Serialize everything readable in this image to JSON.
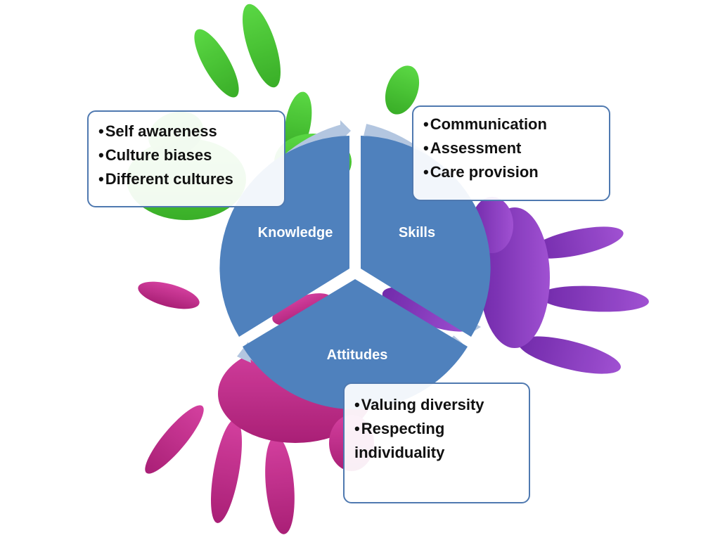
{
  "diagram": {
    "segments": [
      {
        "id": "knowledge",
        "label": "Knowledge"
      },
      {
        "id": "skills",
        "label": "Skills"
      },
      {
        "id": "attitudes",
        "label": "Attitudes"
      }
    ],
    "callouts": {
      "knowledge": [
        "Self awareness",
        "Culture biases",
        "Different cultures"
      ],
      "skills": [
        "Communication",
        "Assessment",
        "Care provision"
      ],
      "attitudes": [
        "Valuing diversity",
        "Respecting individuality"
      ]
    },
    "bullet": "•"
  },
  "colors": {
    "segment_fill": "#4f81bd",
    "ring": "#b3c6e0",
    "box_border": "#4f79b0",
    "hand_green": "#3cc628",
    "hand_purple": "#7a2ab0",
    "hand_magenta": "#c2278a"
  }
}
